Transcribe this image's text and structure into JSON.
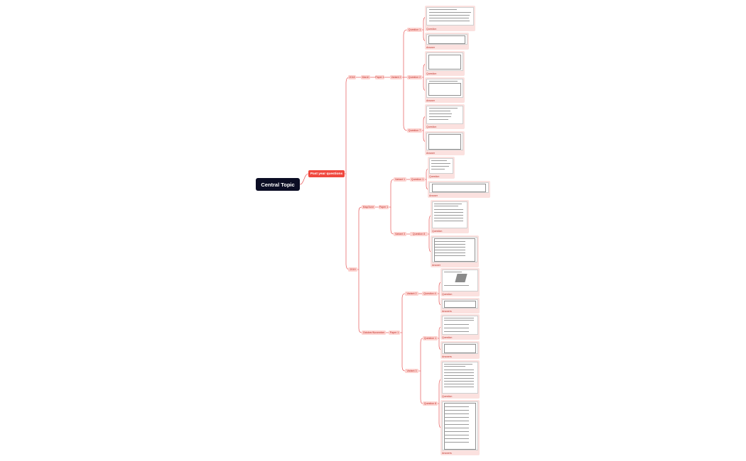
{
  "central_topic": "Central Topic",
  "main_topic": "Past year questions",
  "labels": {
    "y2018": "2018",
    "march": "March",
    "may_june": "May/June",
    "oct_nov": "October/November",
    "paper1": "Paper 1",
    "variant1": "Variant 1",
    "variant2": "Variant 2",
    "variant3": "Variant 3",
    "q1": "Question 1",
    "q2": "Question 2",
    "q4": "Question 4",
    "q7": "Question 7",
    "q8": "Question 8",
    "question": "Question",
    "answer": "Answer",
    "answers": "Answers"
  },
  "colors": {
    "central": "#0b0d24",
    "main": "#f0483e",
    "node_fill": "#fdd3d0",
    "node_text": "#c3332b",
    "line": "#e2393a"
  }
}
